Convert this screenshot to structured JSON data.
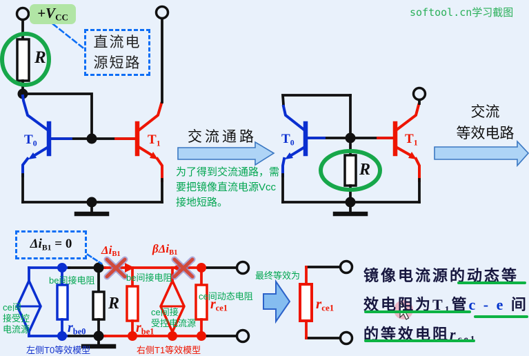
{
  "watermark": "softool.cn学习截图",
  "left_circuit": {
    "vcc_main": "+V",
    "vcc_sub": "CC",
    "r_label": "R",
    "dc_box_line1": "直流电",
    "dc_box_line2": "源短路",
    "t0_main": "T",
    "t0_sub": "0",
    "t1_main": "T",
    "t1_sub": "1"
  },
  "middle": {
    "ac_path": "交流通路",
    "note1": "为了得到交流通路，需",
    "note2": "要把镜像直流电源Vcc",
    "note3": "接地短路。"
  },
  "right_circuit": {
    "t0_main": "T",
    "t0_sub": "0",
    "t1_main": "T",
    "t1_sub": "1",
    "r_label": "R"
  },
  "ac_equiv": {
    "line1": "交流",
    "line2": "等效电路"
  },
  "bottom": {
    "box_main": "Δi",
    "box_sub": "B1",
    "box_rest": " = 0",
    "dib1_main": "Δi",
    "dib1_sub": "B1",
    "beta_main": "βΔi",
    "beta_sub": "B1",
    "ce_left1": "ce间",
    "ce_left2": "接受控",
    "ce_left3": "电流源",
    "be_left": "be间接电阻",
    "rbe0_main": "r",
    "rbe0_sub": "be0",
    "r_label": "R",
    "be_right": "be间接电阻",
    "rbe1_main": "r",
    "rbe1_sub": "be1",
    "ce_right1": "ce间接",
    "ce_right2": "受控电流源",
    "ce_res": "ce间动态电阻",
    "rce1_main": "r",
    "rce1_sub": "ce1",
    "left_model": "左侧T0等效模型",
    "right_model": "右侧T1等效模型",
    "final_label": "最终等效为",
    "final_r_main": "r",
    "final_r_sub": "ce1"
  },
  "conclusion": {
    "l1": "镜像电流源的动态等",
    "l2a": "效电阻为",
    "l2t": "T",
    "l2tsub": "1",
    "l2b": "管",
    "l2ce": "c - e",
    "l2c": "间",
    "l3a": "的等效电阻",
    "l3r": "r",
    "l3rsub": "ce1"
  },
  "colors": {
    "accent_green": "#17a74a",
    "wire_blue": "#0a2fd0",
    "wire_red": "#ee1500",
    "label_green": "#00a54f",
    "dash_blue": "#0d6ef5",
    "underline_green": "#0db344"
  }
}
